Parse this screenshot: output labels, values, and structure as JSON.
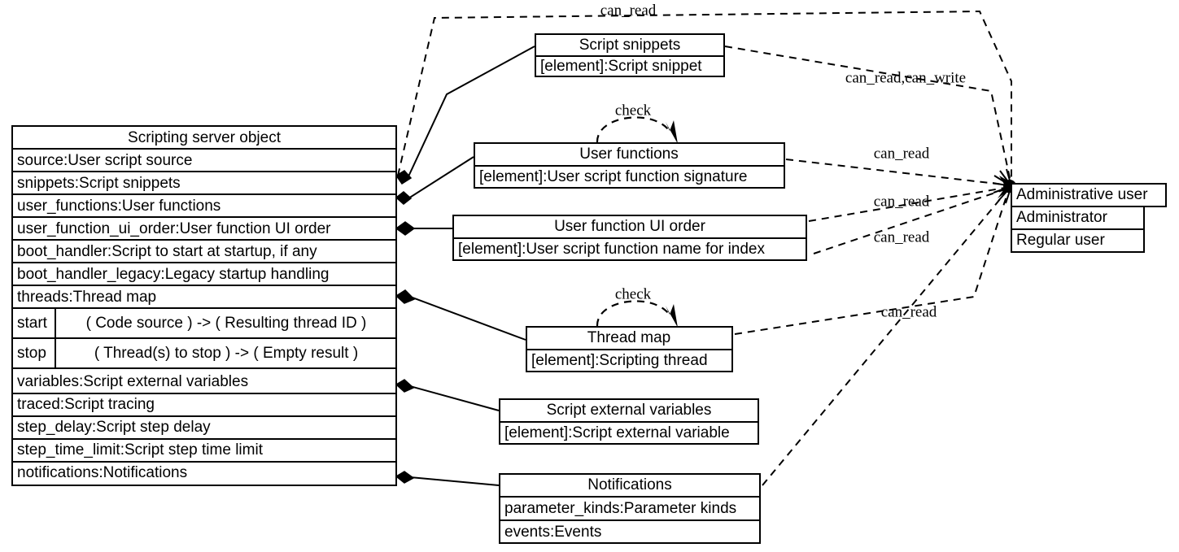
{
  "diagram": {
    "kind": "uml-class-diagram",
    "background_color": "#ffffff",
    "line_color": "#000000"
  },
  "main_class": {
    "title": "Scripting server object",
    "rows": [
      {
        "text": "source:User script source"
      },
      {
        "text": "snippets:Script snippets"
      },
      {
        "text": "user_functions:User functions"
      },
      {
        "text": "user_function_ui_order:User function UI order"
      },
      {
        "text": "boot_handler:Script to start at startup, if any"
      },
      {
        "text": "boot_handler_legacy:Legacy startup handling"
      },
      {
        "text": "threads:Thread map"
      }
    ],
    "methods": [
      {
        "name": "start",
        "signature": "(  Code source  )   ->  (  Resulting thread ID  )"
      },
      {
        "name": "stop",
        "signature": "(   Thread(s) to stop  )    ->  (  Empty result  )"
      }
    ],
    "rows_after": [
      {
        "text": "variables:Script external variables"
      },
      {
        "text": "traced:Script tracing"
      },
      {
        "text": "step_delay:Script step delay"
      },
      {
        "text": "step_time_limit:Script step time limit"
      },
      {
        "text": "notifications:Notifications"
      }
    ]
  },
  "classes": {
    "script_snippets": {
      "title": "Script snippets",
      "rows": [
        "[element]:Script snippet"
      ]
    },
    "user_functions": {
      "title": "User functions",
      "rows": [
        "[element]:User script function signature"
      ]
    },
    "user_function_ui_order": {
      "title": "User function UI order",
      "rows": [
        "[element]:User script function name for index"
      ]
    },
    "thread_map": {
      "title": "Thread map",
      "rows": [
        "[element]:Scripting thread"
      ]
    },
    "script_external_variables": {
      "title": "Script external variables",
      "rows": [
        "[element]:Script external variable"
      ]
    },
    "notifications": {
      "title": "Notifications",
      "rows": [
        "parameter_kinds:Parameter kinds",
        "events:Events"
      ]
    },
    "administrative_user": {
      "title": "Administrative user",
      "rows": [
        "Administrator",
        "Regular user"
      ]
    }
  },
  "edge_labels": {
    "can_read_top": "can_read",
    "can_read_can_write": "can_read,can_write",
    "can_read_user_functions": "can_read",
    "can_read_ui_order_upper": "can_read",
    "can_read_ui_order_lower": "can_read",
    "can_read_thread_map": "can_read",
    "check_user_functions": "check",
    "check_thread_map": "check"
  }
}
